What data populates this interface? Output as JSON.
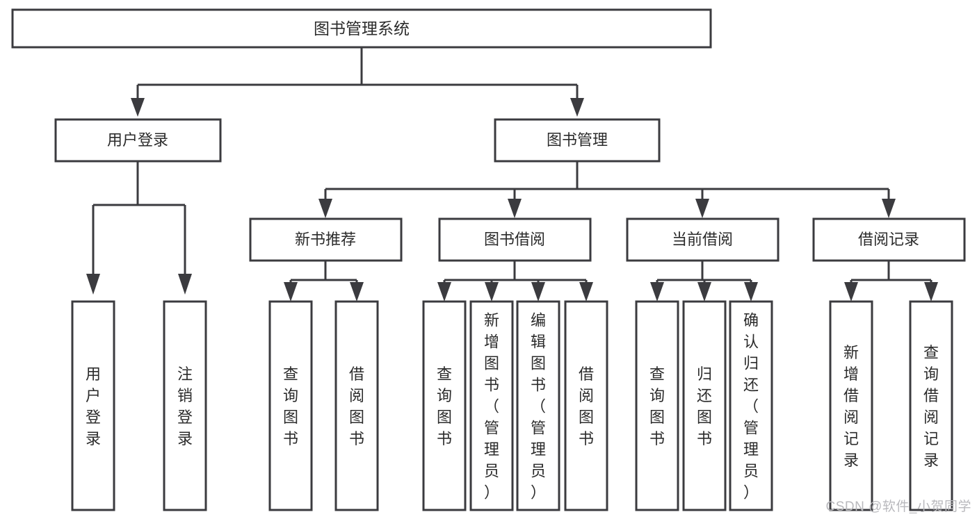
{
  "diagram": {
    "title": "图书管理系统",
    "type": "tree-hierarchy-chart",
    "colors": {
      "background": "#ffffff",
      "box_fill": "#ffffff",
      "box_stroke": "#3b3b3f",
      "connector": "#3b3b3f",
      "text": "#2b2b2b",
      "watermark": "#b9b9bd"
    },
    "root": {
      "label": "图书管理系统"
    },
    "level2": [
      {
        "id": "user-login",
        "label": "用户登录"
      },
      {
        "id": "book-management",
        "label": "图书管理"
      }
    ],
    "level3": [
      {
        "id": "new-book-recommend",
        "label": "新书推荐",
        "parent": "book-management"
      },
      {
        "id": "book-borrow",
        "label": "图书借阅",
        "parent": "book-management"
      },
      {
        "id": "current-borrow",
        "label": "当前借阅",
        "parent": "book-management"
      },
      {
        "id": "borrow-record",
        "label": "借阅记录",
        "parent": "book-management"
      }
    ],
    "leaves": {
      "user-login": [
        {
          "id": "leaf-user-login",
          "label": "用户登录"
        },
        {
          "id": "leaf-user-logout",
          "label": "注销登录"
        }
      ],
      "new-book-recommend": [
        {
          "id": "leaf-query-book-1",
          "label": "查询图书"
        },
        {
          "id": "leaf-borrow-book-1",
          "label": "借阅图书"
        }
      ],
      "book-borrow": [
        {
          "id": "leaf-query-book-2",
          "label": "查询图书"
        },
        {
          "id": "leaf-add-book",
          "label": "新增图书（管理员）"
        },
        {
          "id": "leaf-edit-book",
          "label": "编辑图书（管理员）"
        },
        {
          "id": "leaf-borrow-book-2",
          "label": "借阅图书"
        }
      ],
      "current-borrow": [
        {
          "id": "leaf-query-book-3",
          "label": "查询图书"
        },
        {
          "id": "leaf-return-book",
          "label": "归还图书"
        },
        {
          "id": "leaf-confirm-return",
          "label": "确认归还（管理员）"
        }
      ],
      "borrow-record": [
        {
          "id": "leaf-add-record",
          "label": "新增借阅记录"
        },
        {
          "id": "leaf-query-record",
          "label": "查询借阅记录"
        }
      ]
    }
  },
  "watermark": {
    "text": "CSDN @软件_小贺同学"
  }
}
